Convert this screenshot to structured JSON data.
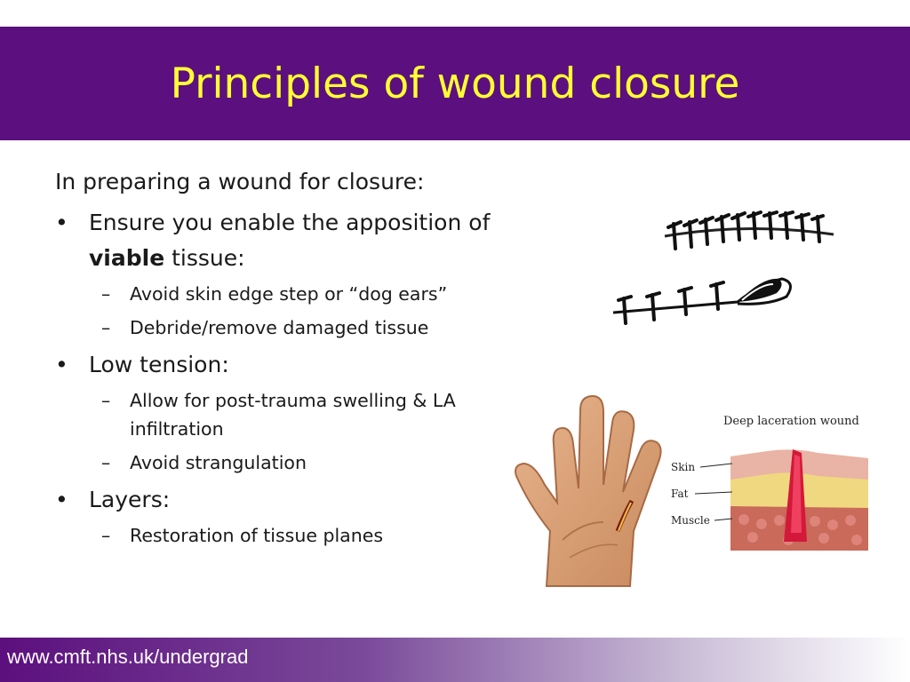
{
  "slide": {
    "title": "Principles of wound closure",
    "intro": "In preparing a wound for closure:",
    "bullets": [
      {
        "pre": "Ensure you enable the apposition of",
        "bold": "viable",
        "post": " tissue:",
        "subs": [
          "Avoid skin edge step or “dog ears”",
          "Debride/remove damaged tissue"
        ]
      },
      {
        "text": "Low tension:",
        "subs": [
          "Allow for post-trauma swelling & LA infiltration",
          "Avoid strangulation"
        ]
      },
      {
        "text": "Layers:",
        "subs": [
          "Restoration of tissue planes"
        ]
      }
    ],
    "footer": "www.cmft.nhs.uk/undergrad",
    "figure_laceration": {
      "caption": "Deep laceration wound",
      "labels": [
        "Skin",
        "Fat",
        "Muscle"
      ]
    }
  },
  "colors": {
    "title_bar": "#5c0f7e",
    "title_text": "#ffff33",
    "footer_text": "#ffffff"
  },
  "icons": [
    "suture-diagram-icon",
    "hand-wound-icon",
    "laceration-diagram-icon"
  ]
}
